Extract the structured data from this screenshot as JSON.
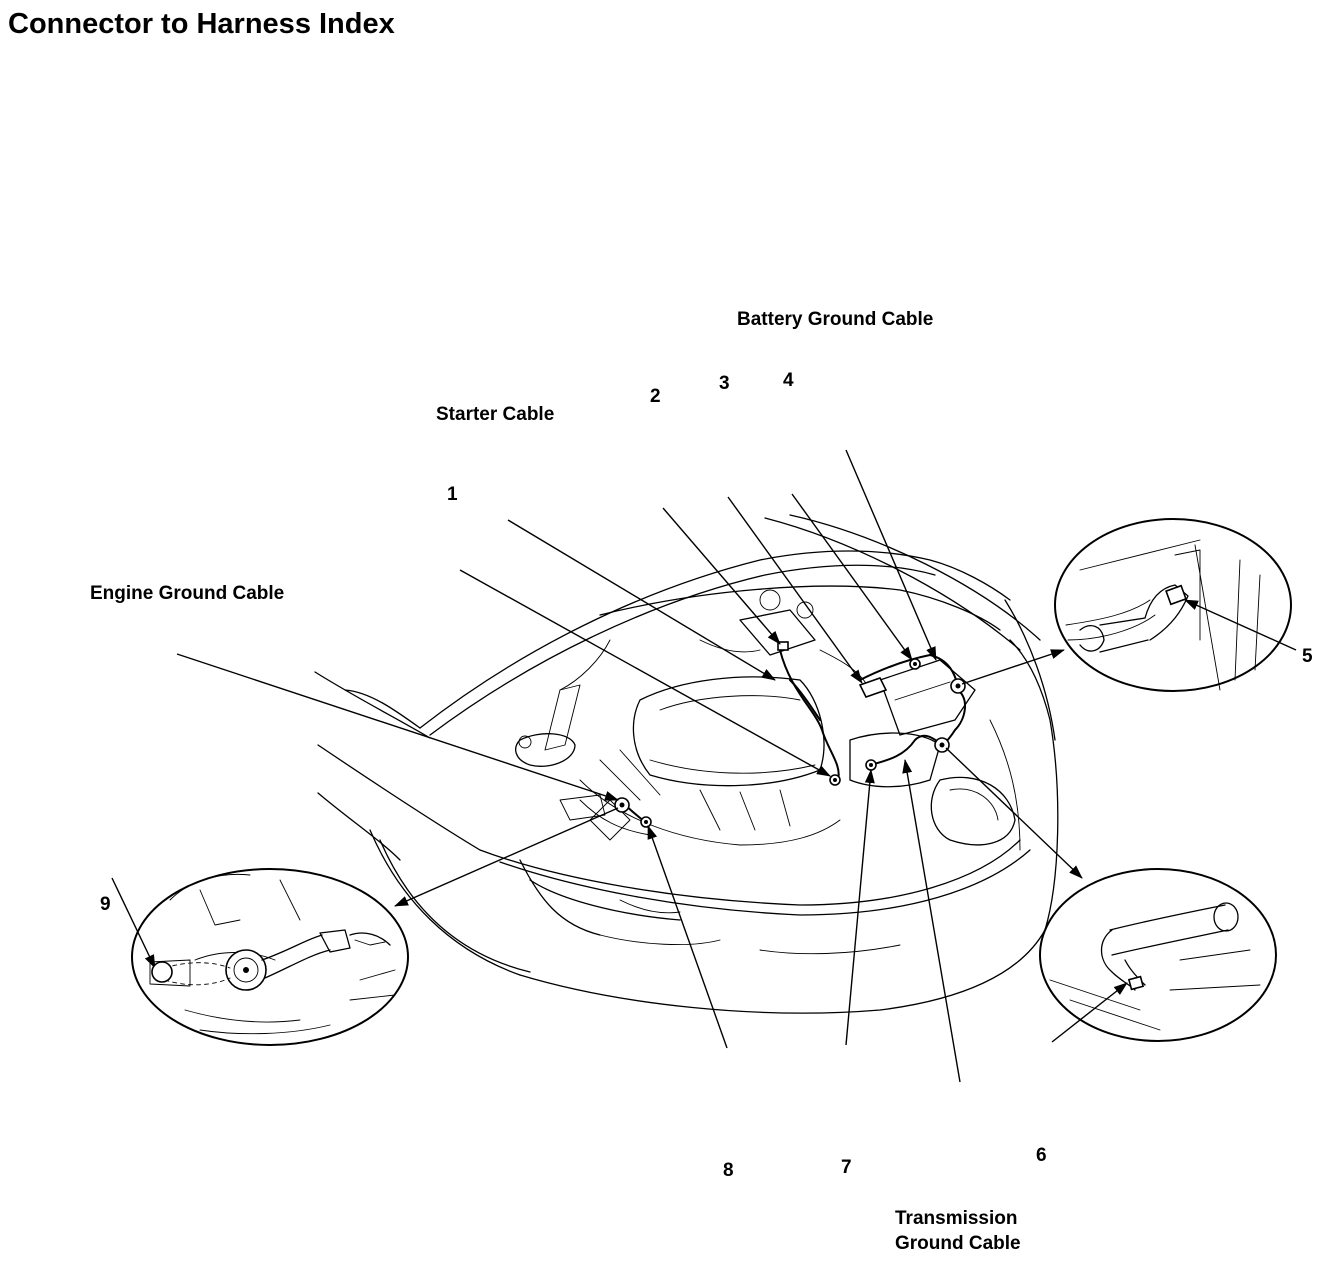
{
  "page": {
    "title": "Connector to Harness Index"
  },
  "labels": {
    "battery_ground_cable": "Battery Ground Cable",
    "starter_cable": "Starter Cable",
    "engine_ground_cable": "Engine Ground Cable",
    "transmission_ground_cable_line1": "Transmission",
    "transmission_ground_cable_line2": "Ground Cable"
  },
  "callouts": {
    "c1": "1",
    "c2": "2",
    "c3": "3",
    "c4": "4",
    "c5": "5",
    "c6": "6",
    "c7": "7",
    "c8": "8",
    "c9": "9"
  }
}
